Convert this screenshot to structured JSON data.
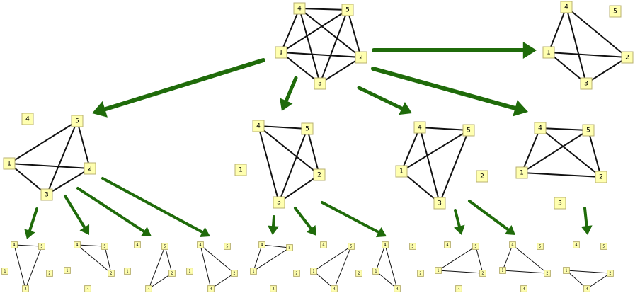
{
  "graphs": [
    {
      "id": "root",
      "nodes": [
        "1",
        "2",
        "3",
        "4",
        "5"
      ],
      "edges": [
        [
          "4",
          "5"
        ],
        [
          "4",
          "1"
        ],
        [
          "4",
          "2"
        ],
        [
          "4",
          "3"
        ],
        [
          "5",
          "1"
        ],
        [
          "5",
          "2"
        ],
        [
          "5",
          "3"
        ],
        [
          "1",
          "2"
        ],
        [
          "1",
          "3"
        ],
        [
          "2",
          "3"
        ]
      ]
    },
    {
      "id": "remove-5",
      "nodes": [
        "1",
        "2",
        "3",
        "4",
        "5"
      ],
      "edges": [
        [
          "4",
          "1"
        ],
        [
          "4",
          "2"
        ],
        [
          "4",
          "3"
        ],
        [
          "1",
          "2"
        ],
        [
          "1",
          "3"
        ],
        [
          "2",
          "3"
        ]
      ]
    },
    {
      "id": "remove-1",
      "nodes": [
        "1",
        "2",
        "3",
        "4",
        "5"
      ],
      "edges": [
        [
          "4",
          "5"
        ],
        [
          "4",
          "2"
        ],
        [
          "4",
          "3"
        ],
        [
          "5",
          "2"
        ],
        [
          "5",
          "3"
        ],
        [
          "2",
          "3"
        ]
      ]
    },
    {
      "id": "remove-2",
      "nodes": [
        "1",
        "2",
        "3",
        "4",
        "5"
      ],
      "edges": [
        [
          "4",
          "5"
        ],
        [
          "4",
          "1"
        ],
        [
          "4",
          "3"
        ],
        [
          "5",
          "1"
        ],
        [
          "5",
          "3"
        ],
        [
          "1",
          "3"
        ]
      ]
    },
    {
      "id": "remove-3",
      "nodes": [
        "1",
        "2",
        "3",
        "4",
        "5"
      ],
      "edges": [
        [
          "4",
          "5"
        ],
        [
          "4",
          "1"
        ],
        [
          "4",
          "2"
        ],
        [
          "5",
          "1"
        ],
        [
          "5",
          "2"
        ],
        [
          "1",
          "2"
        ]
      ]
    },
    {
      "id": "remove-4",
      "nodes": [
        "1",
        "2",
        "3",
        "4",
        "5"
      ],
      "edges": [
        [
          "5",
          "1"
        ],
        [
          "5",
          "2"
        ],
        [
          "5",
          "3"
        ],
        [
          "1",
          "2"
        ],
        [
          "1",
          "3"
        ],
        [
          "2",
          "3"
        ]
      ]
    },
    {
      "id": "l1-a",
      "nodes": [
        "1",
        "2",
        "3",
        "4",
        "5"
      ],
      "edges": [
        [
          "4",
          "5"
        ],
        [
          "4",
          "3"
        ],
        [
          "5",
          "3"
        ]
      ]
    },
    {
      "id": "l1-b",
      "nodes": [
        "1",
        "2",
        "3",
        "4",
        "5"
      ],
      "edges": [
        [
          "4",
          "5"
        ],
        [
          "4",
          "2"
        ],
        [
          "5",
          "2"
        ]
      ]
    },
    {
      "id": "l1-c",
      "nodes": [
        "1",
        "2",
        "3",
        "4",
        "5"
      ],
      "edges": [
        [
          "5",
          "2"
        ],
        [
          "5",
          "3"
        ],
        [
          "2",
          "3"
        ]
      ]
    },
    {
      "id": "l1-d",
      "nodes": [
        "1",
        "2",
        "3",
        "4",
        "5"
      ],
      "edges": [
        [
          "4",
          "2"
        ],
        [
          "4",
          "3"
        ],
        [
          "2",
          "3"
        ]
      ]
    },
    {
      "id": "l2-a",
      "nodes": [
        "1",
        "2",
        "3",
        "4",
        "5"
      ],
      "edges": [
        [
          "4",
          "5"
        ],
        [
          "4",
          "1"
        ],
        [
          "5",
          "1"
        ]
      ]
    },
    {
      "id": "l2-b",
      "nodes": [
        "1",
        "2",
        "3",
        "4",
        "5"
      ],
      "edges": [
        [
          "5",
          "1"
        ],
        [
          "5",
          "3"
        ],
        [
          "1",
          "3"
        ]
      ]
    },
    {
      "id": "l2-c",
      "nodes": [
        "1",
        "2",
        "3",
        "4",
        "5"
      ],
      "edges": [
        [
          "4",
          "1"
        ],
        [
          "4",
          "3"
        ],
        [
          "1",
          "3"
        ]
      ]
    },
    {
      "id": "l3-a",
      "nodes": [
        "1",
        "2",
        "3",
        "4",
        "5"
      ],
      "edges": [
        [
          "5",
          "1"
        ],
        [
          "5",
          "2"
        ],
        [
          "1",
          "2"
        ]
      ]
    },
    {
      "id": "l3-b",
      "nodes": [
        "1",
        "2",
        "3",
        "4",
        "5"
      ],
      "edges": [
        [
          "4",
          "1"
        ],
        [
          "4",
          "2"
        ],
        [
          "1",
          "2"
        ]
      ]
    },
    {
      "id": "l4-a",
      "nodes": [
        "1",
        "2",
        "3",
        "4",
        "5"
      ],
      "edges": [
        [
          "1",
          "2"
        ],
        [
          "1",
          "3"
        ],
        [
          "2",
          "3"
        ]
      ]
    }
  ],
  "transitions": [
    [
      "root",
      "remove-4"
    ],
    [
      "root",
      "remove-1"
    ],
    [
      "root",
      "remove-2"
    ],
    [
      "root",
      "remove-3"
    ],
    [
      "root",
      "remove-5"
    ],
    [
      "remove-1",
      "l1-a"
    ],
    [
      "remove-1",
      "l1-b"
    ],
    [
      "remove-1",
      "l1-c"
    ],
    [
      "remove-1",
      "l1-d"
    ],
    [
      "remove-2",
      "l2-a"
    ],
    [
      "remove-2",
      "l2-b"
    ],
    [
      "remove-2",
      "l2-c"
    ],
    [
      "remove-3",
      "l3-a"
    ],
    [
      "remove-3",
      "l3-b"
    ],
    [
      "remove-4",
      "l4-a"
    ]
  ],
  "colors": {
    "node_fill": "#ffffb0",
    "node_stroke": "#b8b070",
    "edge": "#111111",
    "arrow": "#1f6b0a"
  }
}
